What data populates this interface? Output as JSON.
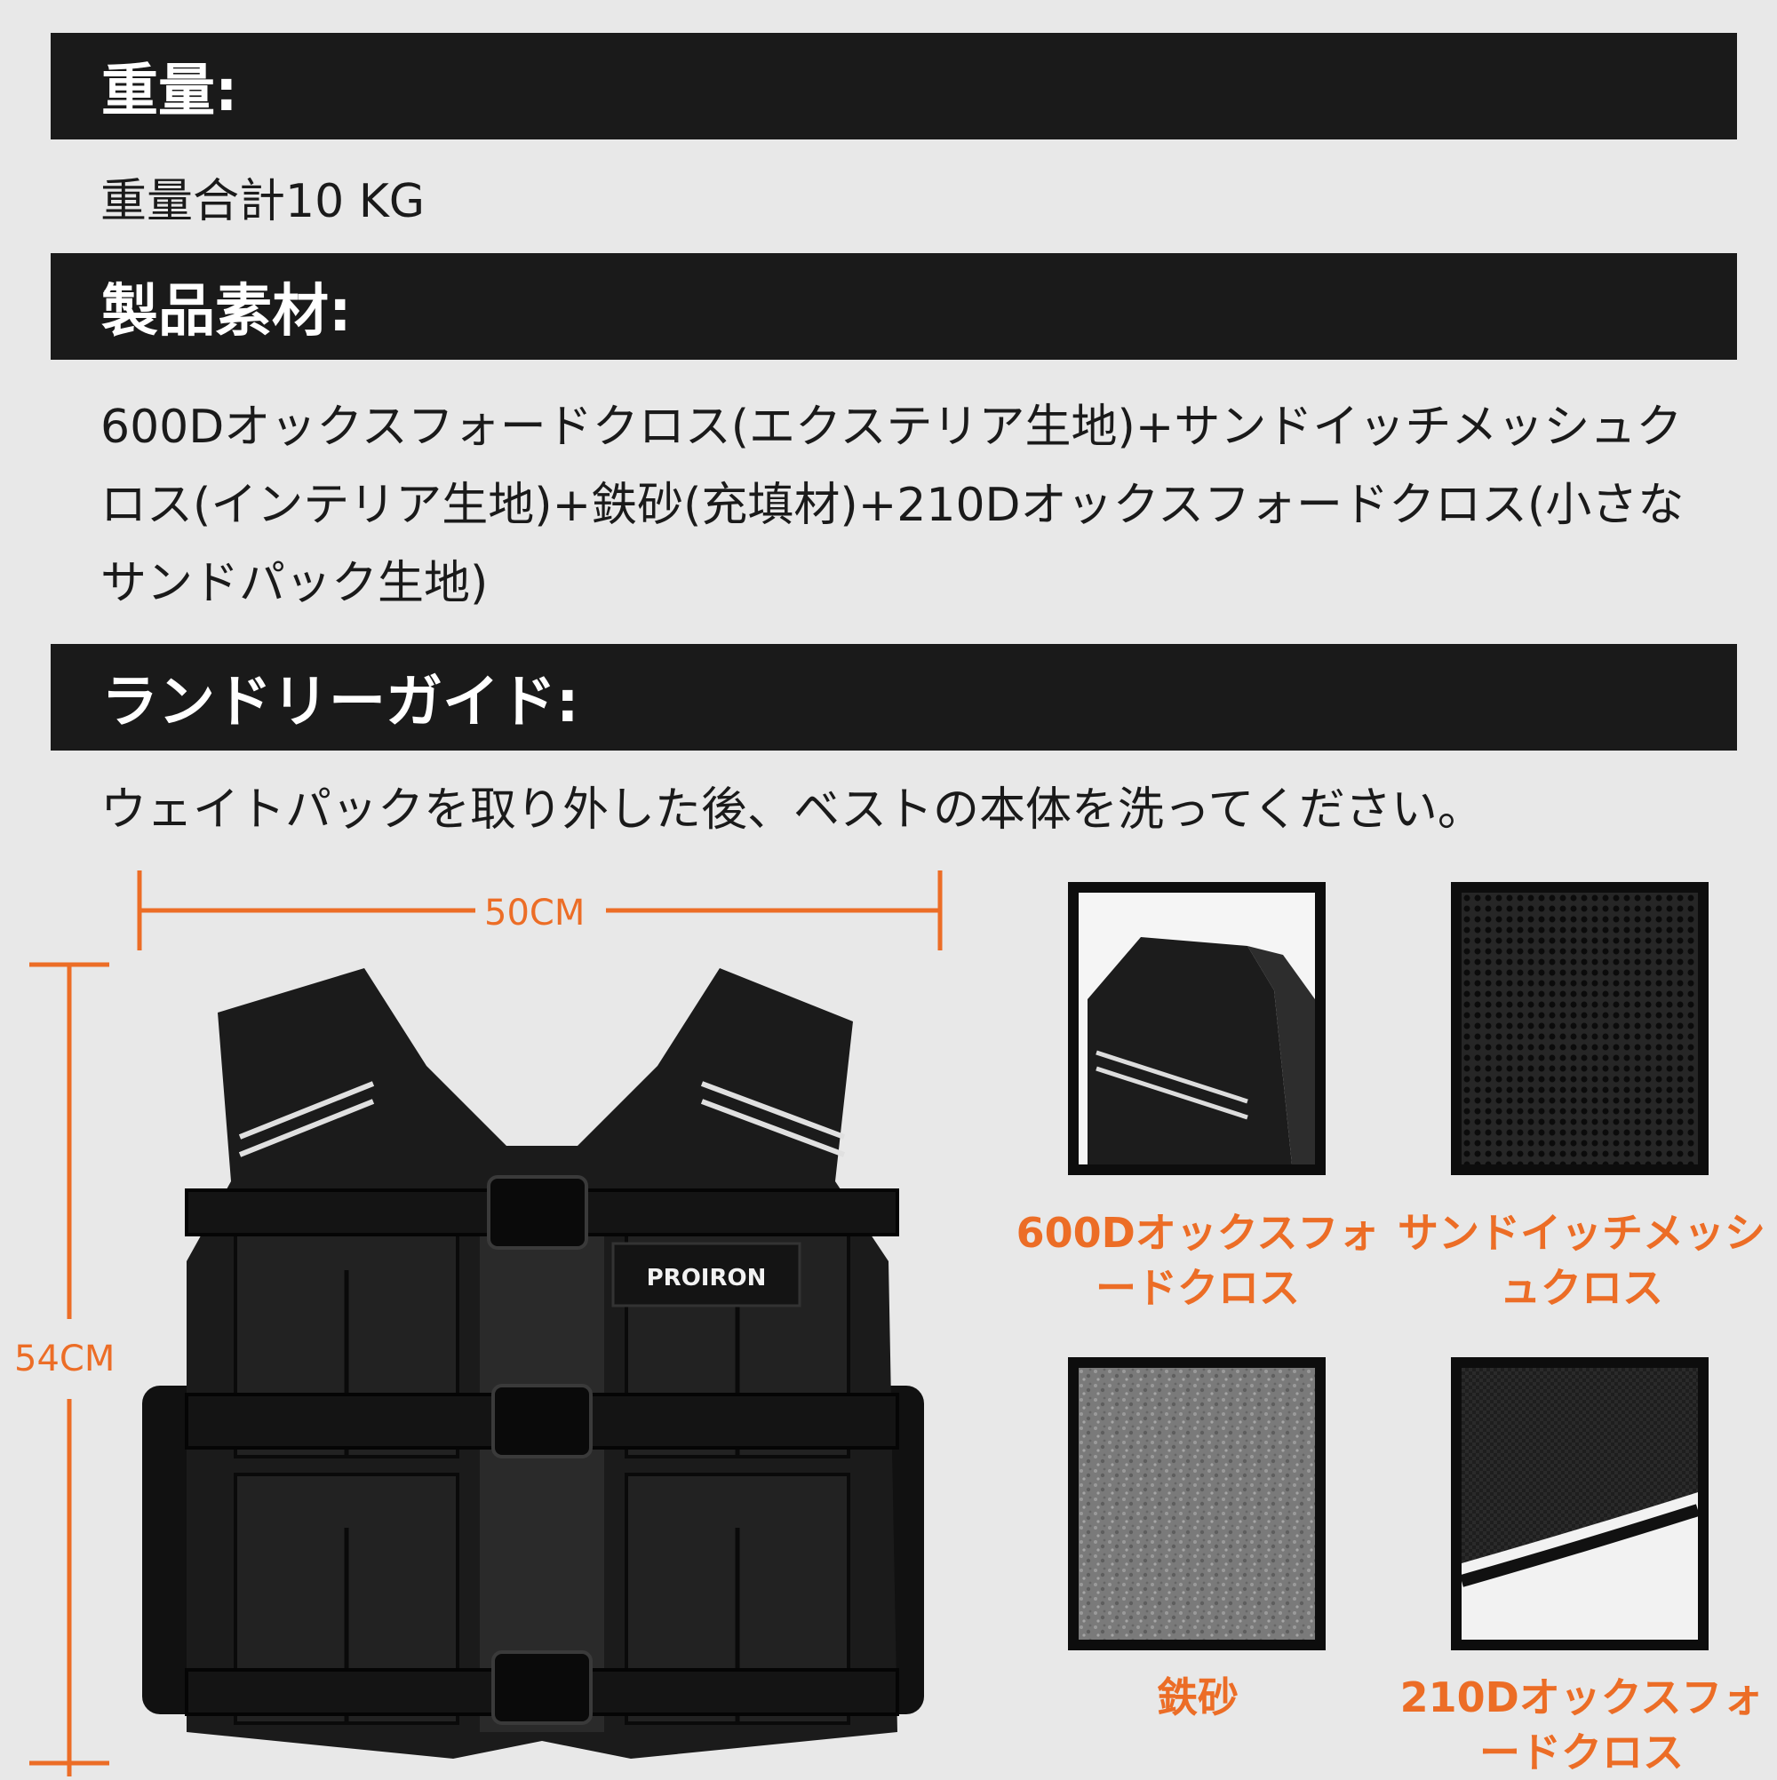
{
  "sections": {
    "weight": {
      "heading": "重量:",
      "text": "重量合計10 KG"
    },
    "material": {
      "heading": "製品素材:",
      "text": "600Dオックスフォードクロス(エクステリア生地)+サンドイッチメッシュクロス(インテリア生地)+鉄砂(充填材)+210Dオックスフォードクロス(小さなサンドパック生地)"
    },
    "laundry": {
      "heading": "ランドリーガイド:",
      "text": "ウェイトパックを取り外した後、ベストの本体を洗ってください。"
    }
  },
  "dimensions": {
    "width": "50CM",
    "height": "54CM"
  },
  "product": {
    "brand": "PROIRON"
  },
  "materials": [
    {
      "caption": "600Dオックスフォードクロス",
      "icon": "shoulder-strap-image"
    },
    {
      "caption": "サンドイッチメッシュクロス",
      "icon": "mesh-fabric-image"
    },
    {
      "caption": "鉄砂",
      "icon": "iron-sand-image"
    },
    {
      "caption": "210Dオックスフォードクロス",
      "icon": "sandbag-fabric-image"
    }
  ],
  "colors": {
    "accent": "#ec6d26",
    "header_bg": "#1a1a1a",
    "page_bg": "#e8e8e8"
  }
}
